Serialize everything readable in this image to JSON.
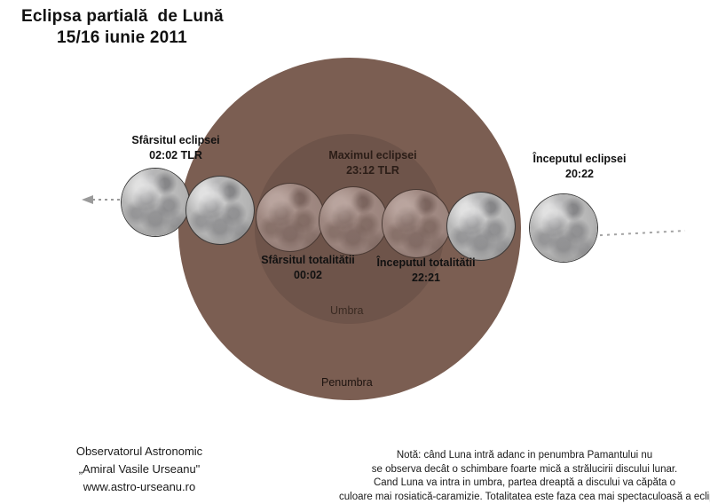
{
  "title": {
    "line1": "Eclipsa partială  de Lună",
    "line2": "15/16 iunie 2011"
  },
  "colors": {
    "penumbra": "#7b5e52",
    "umbra": "#6e544a",
    "background": "#ffffff",
    "text": "#111111",
    "moon_bright": "#b3b3b3",
    "moon_dim": "#9c857e",
    "arrow": "#9a9a9a"
  },
  "shadow_regions": [
    {
      "name": "umbra",
      "label": "Umbra"
    },
    {
      "name": "penumbra",
      "label": "Penumbra"
    }
  ],
  "events": [
    {
      "key": "end_eclipse",
      "title": "Sfârsitul eclipsei",
      "time": "02:02 TLR"
    },
    {
      "key": "end_totality",
      "title": "Sfârsitul totalitătii",
      "time": "00:02"
    },
    {
      "key": "maximum",
      "title": "Maximul eclipsei",
      "time": "23:12 TLR"
    },
    {
      "key": "start_totality",
      "title": "Începutul totalitătii",
      "time": "22:21"
    },
    {
      "key": "start_eclipse",
      "title": "Începutul eclipsei",
      "time": "20:22"
    }
  ],
  "moons": [
    {
      "index": 1,
      "state": "bright"
    },
    {
      "index": 2,
      "state": "bright"
    },
    {
      "index": 3,
      "state": "dim"
    },
    {
      "index": 4,
      "state": "dim"
    },
    {
      "index": 5,
      "state": "dim"
    },
    {
      "index": 6,
      "state": "bright"
    },
    {
      "index": 7,
      "state": "bright"
    }
  ],
  "credit": {
    "line1": "Observatorul Astronomic",
    "line2": "„Amiral Vasile Urseanu\"",
    "line3": "www.astro-urseanu.ro"
  },
  "note": {
    "line1": "Notă: când Luna intră adanc in penumbra Pamantului nu",
    "line2": "se observa decât o schimbare foarte mică a strălucirii discului lunar.",
    "line3": "Cand Luna va intra in umbra, partea dreaptă a discului va căpăta o",
    "line4": "culoare mai rosiatică-caramizie. Totalitatea este faza cea mai spectaculoasă a eclipsei"
  }
}
